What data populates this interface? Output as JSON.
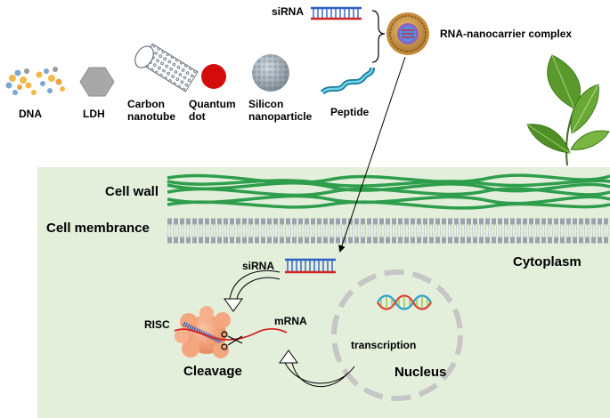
{
  "carriers": {
    "dna": "DNA",
    "ldh": "LDH",
    "carbon_nanotube": "Carbon nanotube",
    "quantum_dot": "Quantum dot",
    "silicon_nanoparticle": "Silicon nanoparticle",
    "peptide": "Peptide"
  },
  "top": {
    "sirna": "siRNA",
    "complex": "RNA-nanocarrier complex"
  },
  "cell": {
    "cell_wall": "Cell wall",
    "cell_membrane": "Cell membrance",
    "cytoplasm": "Cytoplasm",
    "sirna": "siRNA",
    "risc": "RISC",
    "mrna": "mRNA",
    "cleavage": "Cleavage",
    "transcription": "transcription",
    "nucleus": "Nucleus"
  },
  "colors": {
    "cell_background": "#e3efdb",
    "wall_green": "#2e9e4d",
    "membrane_gray": "#aeb6bd",
    "rna_red": "#d82020",
    "rna_blue": "#2d5fc4",
    "quantum_dot_red": "#d40b0b",
    "nucleus_dash": "#c6c6c6",
    "risc_orange": "#f0a070"
  },
  "icons": [
    "dna-cluster-icon",
    "ldh-hexagon-icon",
    "carbon-nanotube-icon",
    "quantum-dot-icon",
    "silicon-nanoparticle-icon",
    "peptide-helix-icon",
    "nanocarrier-complex-icon",
    "plant-leaf-icon",
    "scissors-icon",
    "dna-helix-icon"
  ]
}
